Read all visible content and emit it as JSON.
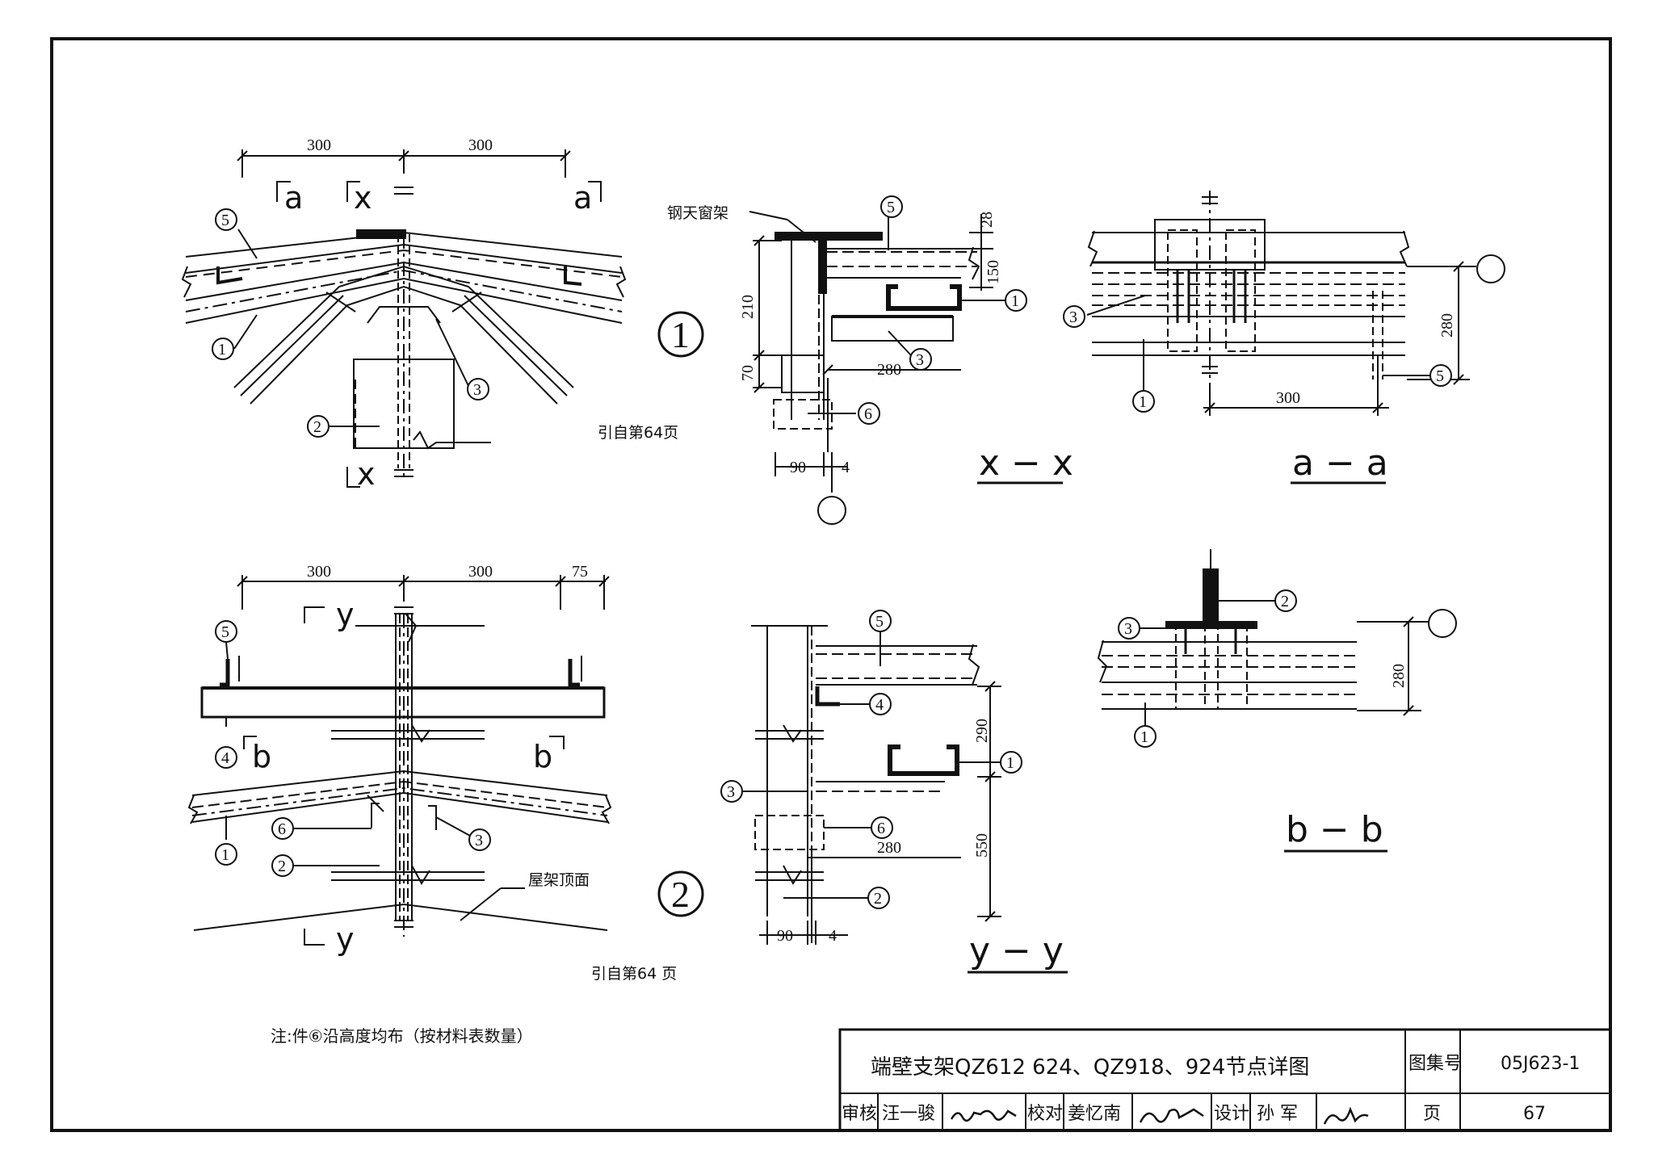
{
  "dims": {
    "d300": "300",
    "d75": "75",
    "d28": "28",
    "d150": "150",
    "d210": "210",
    "d70": "70",
    "d280": "280",
    "d90": "90",
    "d4": "4",
    "d290": "290",
    "d550": "550"
  },
  "cuts": {
    "a": "a",
    "x": "x",
    "y": "y",
    "b": "b"
  },
  "parts": {
    "p1": "1",
    "p2": "2",
    "p3": "3",
    "p4": "4",
    "p5": "5",
    "p6": "6"
  },
  "details": {
    "d1": "1",
    "d2": "2"
  },
  "sections": {
    "xx": "x − x",
    "aa": "a − a",
    "yy": "y − y",
    "bb": "b − b"
  },
  "labels": {
    "ref64": "引自第64页",
    "ref64b": "引自第64 页",
    "steel_frame": "钢天窗架",
    "truss_top": "屋架顶面"
  },
  "note": "注:件⑥沿高度均布（按材料表数量）",
  "title_block": {
    "title": "端壁支架QZ612  624、QZ918、924节点详图",
    "atlas_label": "图集号",
    "atlas_no": "05J623-1",
    "review_label": "审核",
    "reviewer": "汪一骏",
    "check_label": "校对",
    "checker": "姜忆南",
    "design_label": "设计",
    "designer": "孙 军",
    "page_label": "页",
    "page_no": "67"
  }
}
